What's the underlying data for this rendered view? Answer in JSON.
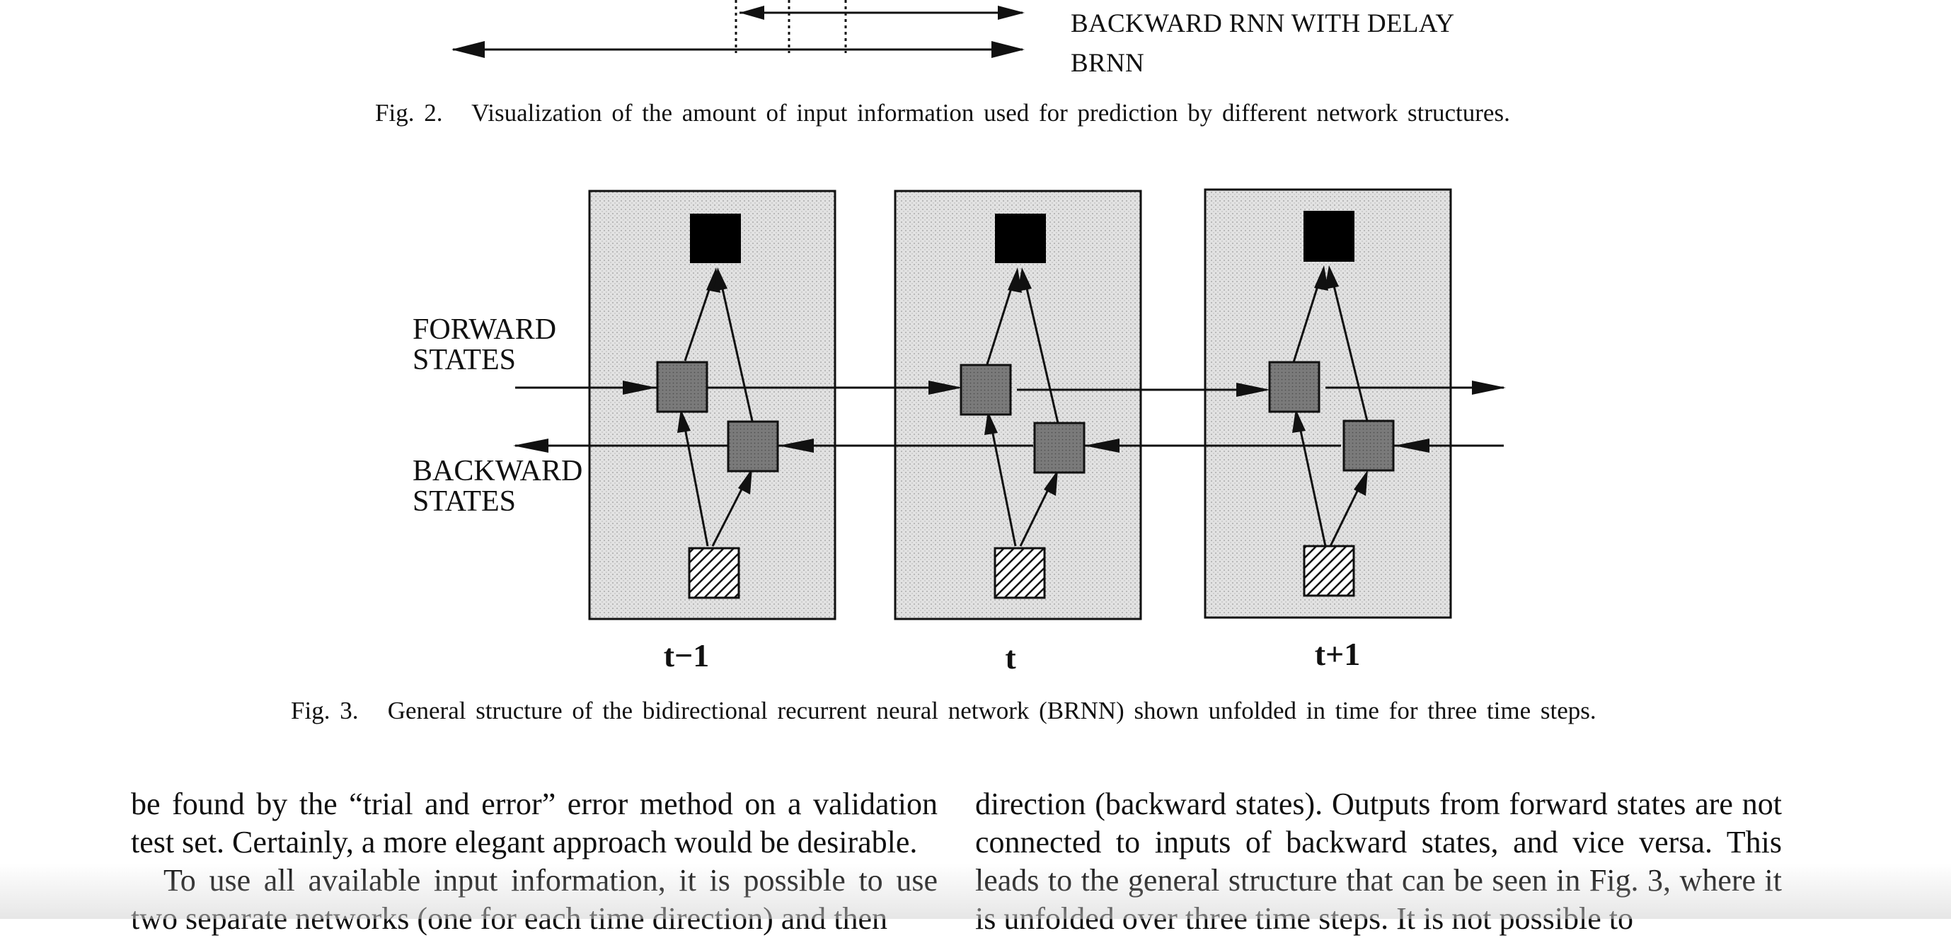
{
  "fig2": {
    "labels": [
      "BACKWARD RNN WITH DELAY",
      "BRNN"
    ],
    "caption_number": "Fig. 2.",
    "caption_text": "Visualization of the amount of input information used for prediction by different network structures."
  },
  "fig3": {
    "forward_label": [
      "FORWARD",
      "STATES"
    ],
    "backward_label": [
      "BACKWARD",
      "STATES"
    ],
    "time_steps": [
      "t−1",
      "t",
      "t+1"
    ],
    "caption_number": "Fig. 3.",
    "caption_text": "General structure of the bidirectional recurrent neural network (BRNN) shown unfolded in time for three time steps.",
    "colors": {
      "panel_fill": "#dcdcdc",
      "state_fill": "#777777",
      "output_fill": "#000000",
      "input_hatch": "#111111"
    }
  },
  "body": {
    "left_column": [
      "be found by the “trial and error” error method on a validation test set. Certainly, a more elegant approach would be desirable.",
      "To use all available input information, it is possible to use two separate networks (one for each time direction) and then"
    ],
    "right_column": [
      "direction (backward states). Outputs from forward states are not connected to inputs of backward states, and vice versa. This leads to the general structure that can be seen in Fig. 3, where it is unfolded over three time steps. It is not possible to"
    ]
  }
}
